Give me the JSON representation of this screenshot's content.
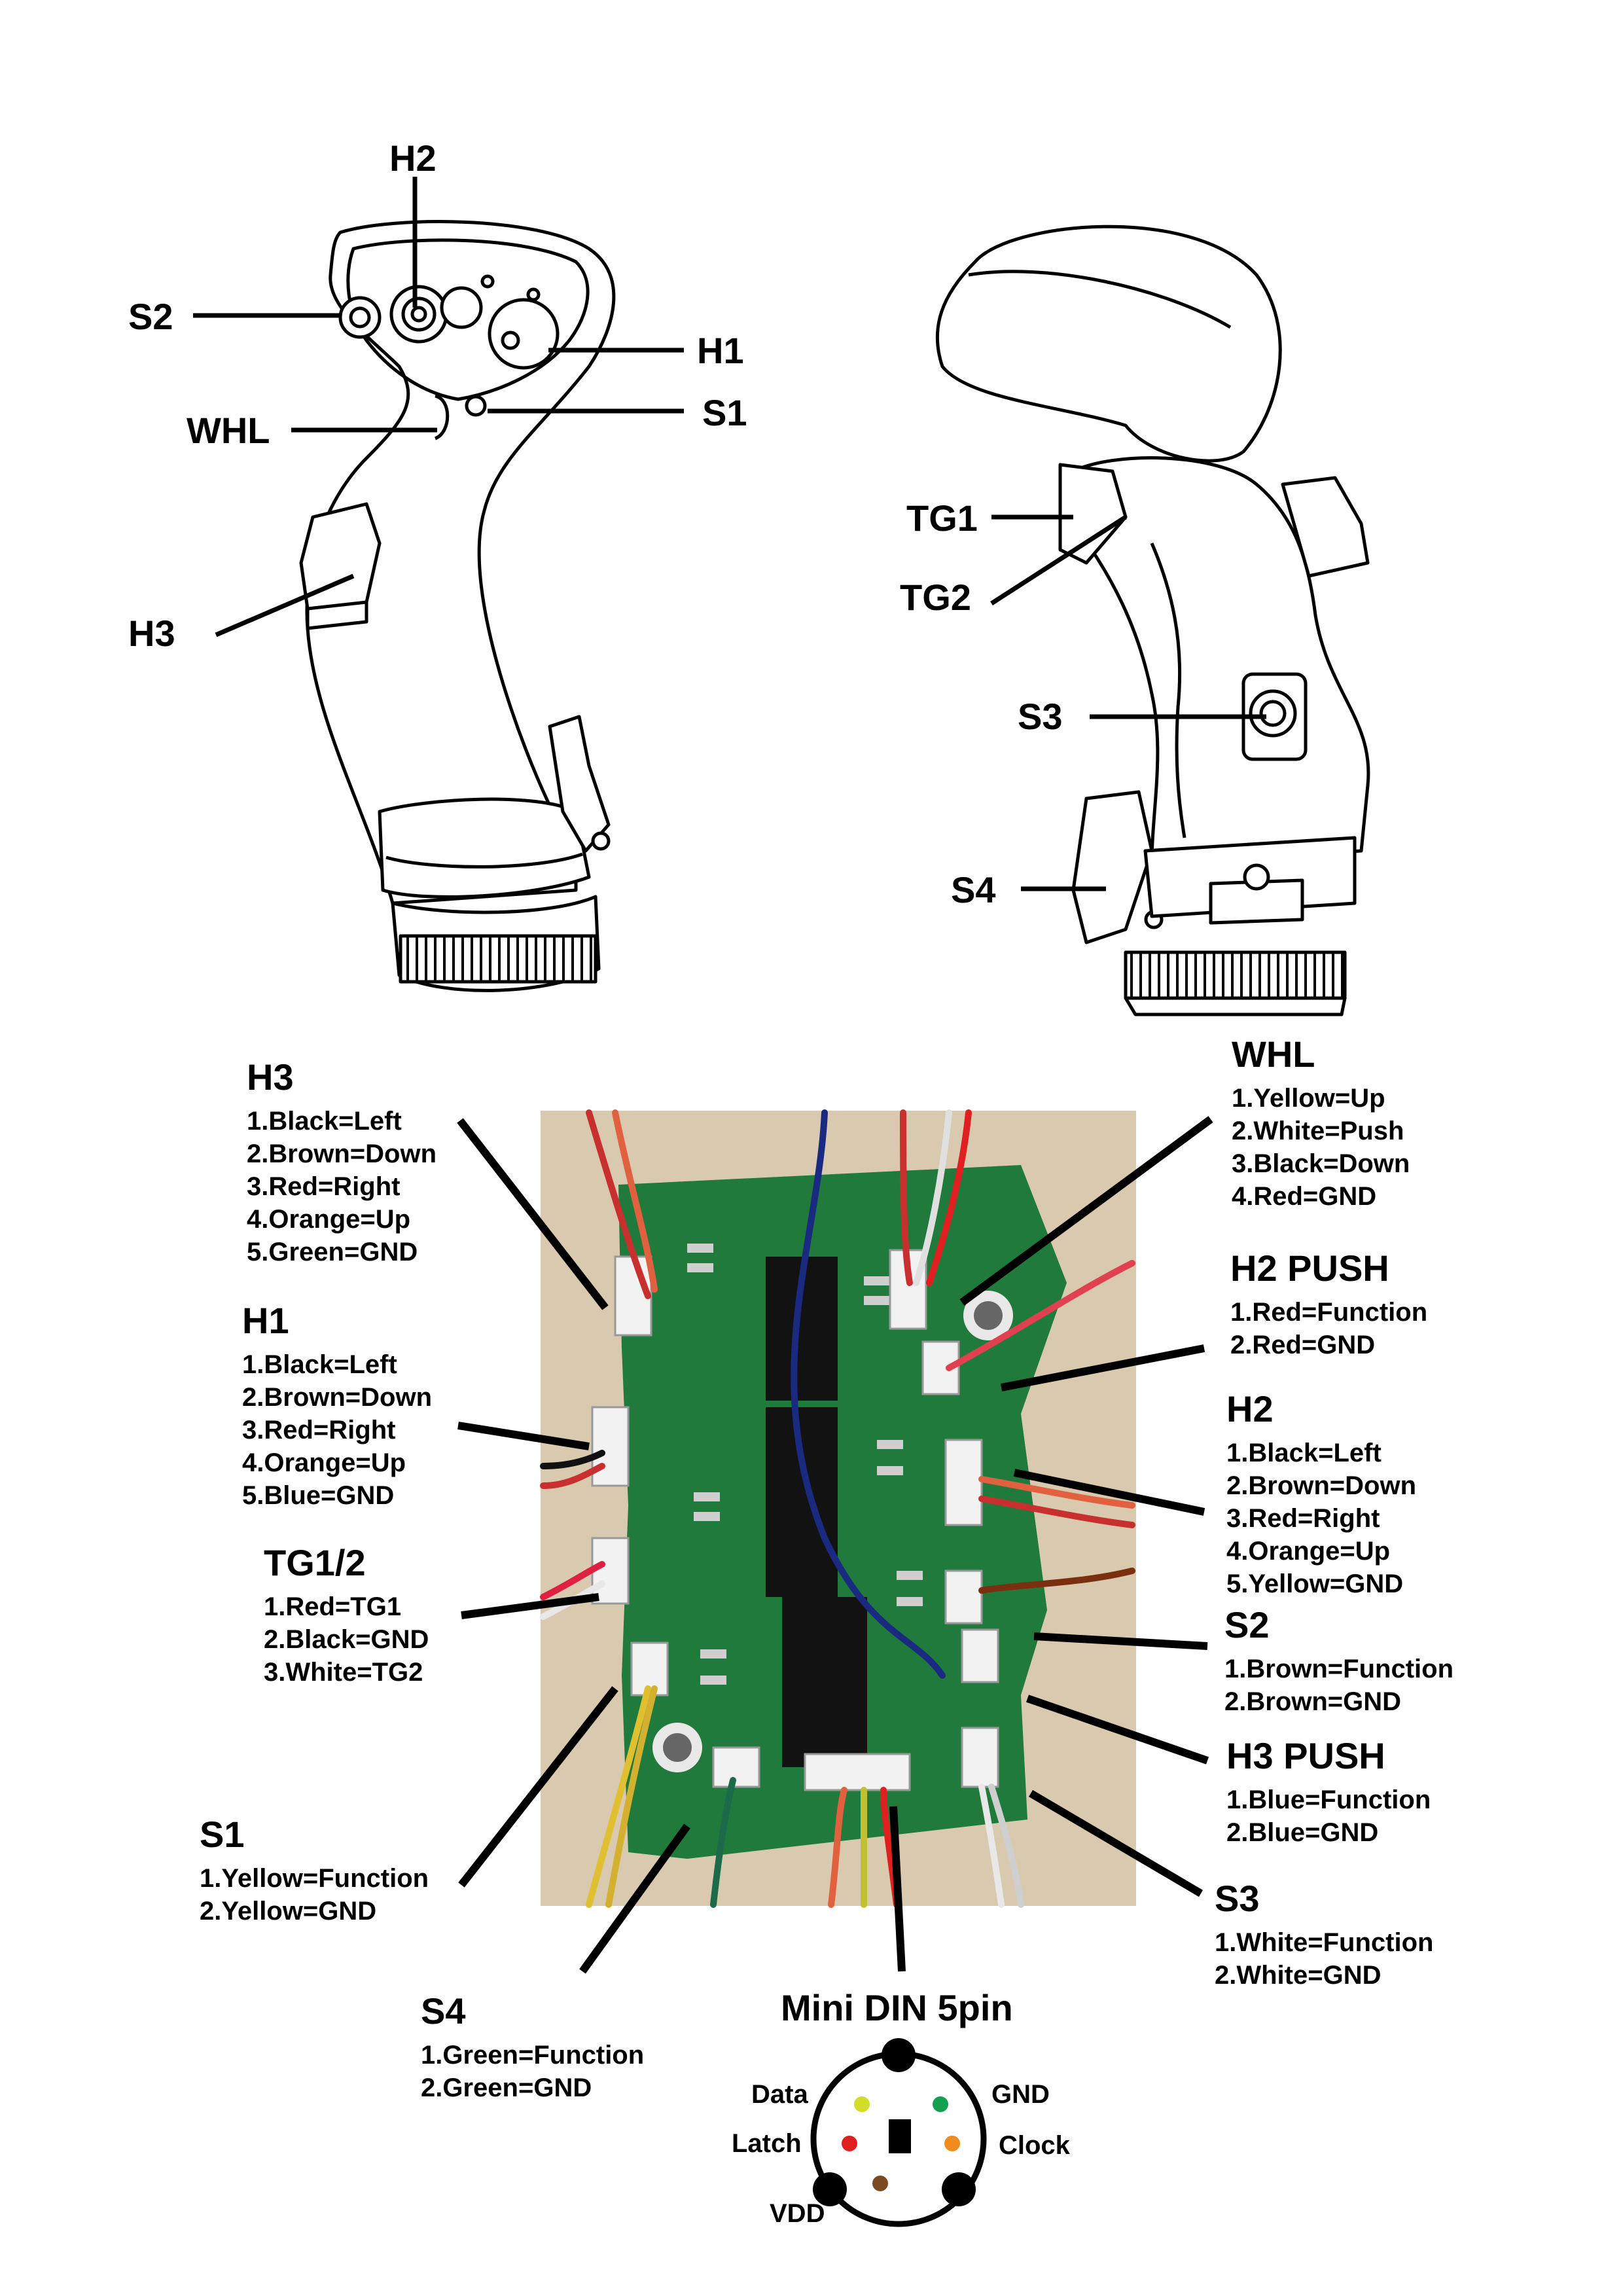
{
  "callouts": {
    "h2": "H2",
    "s2": "S2",
    "h1": "H1",
    "whl": "WHL",
    "s1": "S1",
    "h3": "H3",
    "tg1": "TG1",
    "tg2": "TG2",
    "s3": "S3",
    "s4": "S4"
  },
  "wiring": {
    "h3": {
      "title": "H3",
      "items": [
        "1.Black=Left",
        "2.Brown=Down",
        "3.Red=Right",
        "4.Orange=Up",
        "5.Green=GND"
      ]
    },
    "h1": {
      "title": "H1",
      "items": [
        "1.Black=Left",
        "2.Brown=Down",
        "3.Red=Right",
        "4.Orange=Up",
        "5.Blue=GND"
      ]
    },
    "tg": {
      "title": "TG1/2",
      "items": [
        "1.Red=TG1",
        "2.Black=GND",
        "3.White=TG2"
      ]
    },
    "s1": {
      "title": "S1",
      "items": [
        "1.Yellow=Function",
        "2.Yellow=GND"
      ]
    },
    "s4": {
      "title": "S4",
      "items": [
        "1.Green=Function",
        "2.Green=GND"
      ]
    },
    "whl": {
      "title": "WHL",
      "items": [
        "1.Yellow=Up",
        "2.White=Push",
        "3.Black=Down",
        "4.Red=GND"
      ]
    },
    "h2push": {
      "title": "H2 PUSH",
      "items": [
        "1.Red=Function",
        "2.Red=GND"
      ]
    },
    "h2": {
      "title": "H2",
      "items": [
        "1.Black=Left",
        "2.Brown=Down",
        "3.Red=Right",
        "4.Orange=Up",
        "5.Yellow=GND"
      ]
    },
    "s2": {
      "title": "S2",
      "items": [
        "1.Brown=Function",
        "2.Brown=GND"
      ]
    },
    "h3push": {
      "title": "H3 PUSH",
      "items": [
        "1.Blue=Function",
        "2.Blue=GND"
      ]
    },
    "s3": {
      "title": "S3",
      "items": [
        "1.White=Function",
        "2.White=GND"
      ]
    }
  },
  "connector": {
    "title": "Mini DIN 5pin",
    "pins": {
      "data": {
        "label": "Data",
        "color": "#d4dc2a"
      },
      "gnd": {
        "label": "GND",
        "color": "#14a050"
      },
      "latch": {
        "label": "Latch",
        "color": "#e02020"
      },
      "clock": {
        "label": "Clock",
        "color": "#f08c1e"
      },
      "vdd": {
        "label": "VDD",
        "color": "#7a4a20"
      }
    }
  },
  "colors": {
    "pcb": "#1f7a3c",
    "wood": "#d9c9ae",
    "line": "#000000"
  }
}
